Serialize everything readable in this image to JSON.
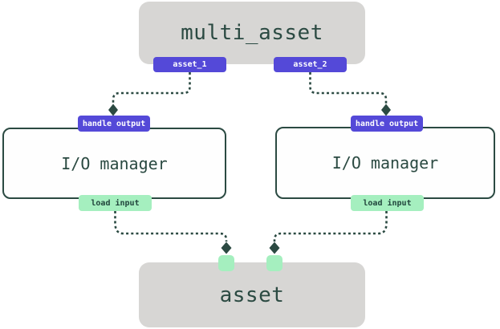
{
  "diagram": {
    "nodes": {
      "multi_asset": {
        "label": "multi_asset"
      },
      "io_manager_left": {
        "label": "I/O manager"
      },
      "io_manager_right": {
        "label": "I/O manager"
      },
      "asset": {
        "label": "asset"
      }
    },
    "badges": {
      "asset_1": {
        "label": "asset_1"
      },
      "asset_2": {
        "label": "asset_2"
      },
      "handle_output_left": {
        "label": "handle output"
      },
      "handle_output_right": {
        "label": "handle output"
      },
      "load_input_left": {
        "label": "load input"
      },
      "load_input_right": {
        "label": "load input"
      }
    },
    "colors": {
      "node_gray": "#d7d6d4",
      "io_box_fill": "#fefefe",
      "dark_green": "#2b4a42",
      "badge_purple": "#5449d8",
      "badge_light_green": "#a5efbf",
      "badge_purple_text": "#ffffff",
      "badge_green_text": "#21453c"
    }
  }
}
